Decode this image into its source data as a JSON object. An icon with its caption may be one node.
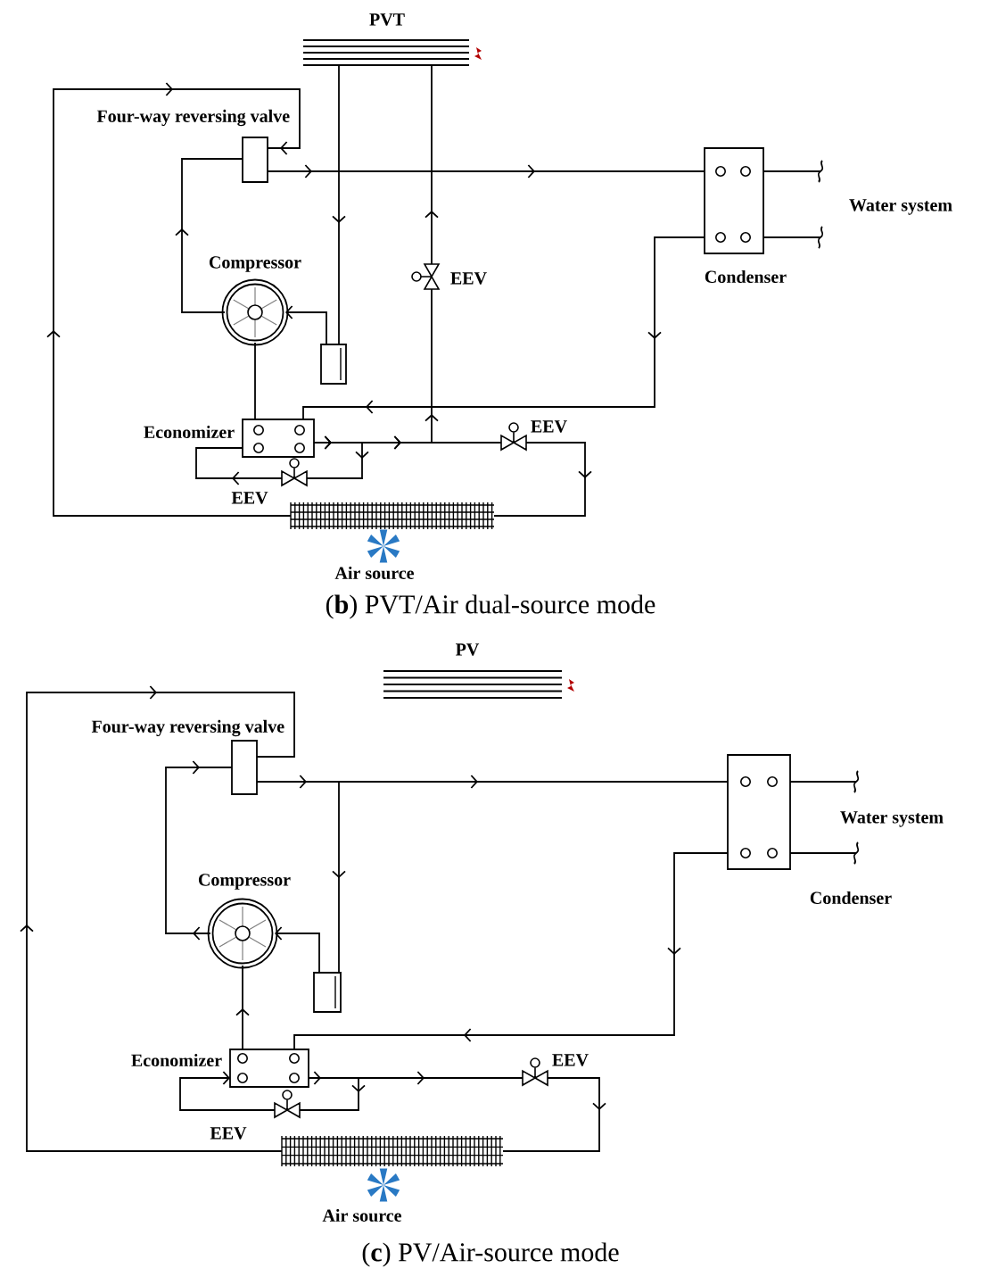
{
  "diagram": {
    "nodes": [
      {
        "text": [
          "PVT"
        ]
      },
      {
        "text": [
          "Four-way reversing valve"
        ]
      },
      {
        "text": [
          "Condenser"
        ]
      },
      {
        "text": [
          "Compressor"
        ]
      },
      {
        "text": [
          "EEV"
        ]
      },
      {
        "text": [],
        "shape": "box"
      },
      {
        "text": [
          "Economizer"
        ]
      },
      {
        "text": [
          "EEV"
        ]
      },
      {
        "text": [
          "EEV"
        ]
      },
      {
        "text": [
          "Air source"
        ]
      },
      {
        "text": [
          "PV"
        ]
      },
      {
        "text": [
          "Four-way reversing valve"
        ]
      },
      {
        "text": [
          "Condenser"
        ]
      },
      {
        "text": [
          "Compressor"
        ]
      },
      {
        "text": [],
        "shape": "box"
      },
      {
        "text": [
          "Economizer"
        ]
      },
      {
        "text": [
          "EEV"
        ]
      },
      {
        "text": [
          "EEV"
        ]
      },
      {
        "text": [
          "Air source"
        ]
      }
    ],
    "edges": [
      {
        "from": 9,
        "to": 1,
        "arrow": "to"
      },
      {
        "from": 1,
        "to": 2,
        "arrow": "to"
      },
      {
        "from": 3,
        "to": 1,
        "arrow": "to"
      },
      {
        "from": 0,
        "to": 5,
        "arrow": "to"
      },
      {
        "from": 5,
        "to": 3,
        "arrow": "to"
      },
      {
        "from": 3,
        "to": 6,
        "arrow": "none"
      },
      {
        "from": 2,
        "to": 6,
        "arrow": "to"
      },
      {
        "from": 6,
        "to": 4,
        "arrow": "to"
      },
      {
        "from": 4,
        "to": 0,
        "arrow": "to"
      },
      {
        "from": 6,
        "to": 7,
        "arrow": "to"
      },
      {
        "from": 7,
        "to": 9,
        "arrow": "to"
      },
      {
        "from": 6,
        "to": 8,
        "arrow": "to"
      },
      {
        "from": 8,
        "to": 6,
        "arrow": "to"
      },
      {
        "from": 2,
        "to": null,
        "arrow": "none"
      },
      {
        "from": 2,
        "to": null,
        "arrow": "none"
      },
      {
        "from": 18,
        "to": 11,
        "arrow": "to"
      },
      {
        "from": 11,
        "to": 12,
        "arrow": "to"
      },
      {
        "from": 11,
        "to": 14,
        "arrow": "to"
      },
      {
        "from": 13,
        "to": 11,
        "arrow": "to"
      },
      {
        "from": 14,
        "to": 13,
        "arrow": "to"
      },
      {
        "from": 15,
        "to": 13,
        "arrow": "to"
      },
      {
        "from": 12,
        "to": 15,
        "arrow": "to"
      },
      {
        "from": 15,
        "to": 16,
        "arrow": "to"
      },
      {
        "from": 16,
        "to": 18,
        "arrow": "to"
      },
      {
        "from": 15,
        "to": 17,
        "arrow": "to"
      },
      {
        "from": 17,
        "to": 15,
        "arrow": "to"
      },
      {
        "from": 12,
        "to": null,
        "arrow": "none"
      },
      {
        "from": 12,
        "to": null,
        "arrow": "none"
      }
    ],
    "labels": [
      "Water system",
      "(**b**) PVT/Air dual-source mode",
      "Water system",
      "(**c**) PV/Air-source mode"
    ]
  }
}
